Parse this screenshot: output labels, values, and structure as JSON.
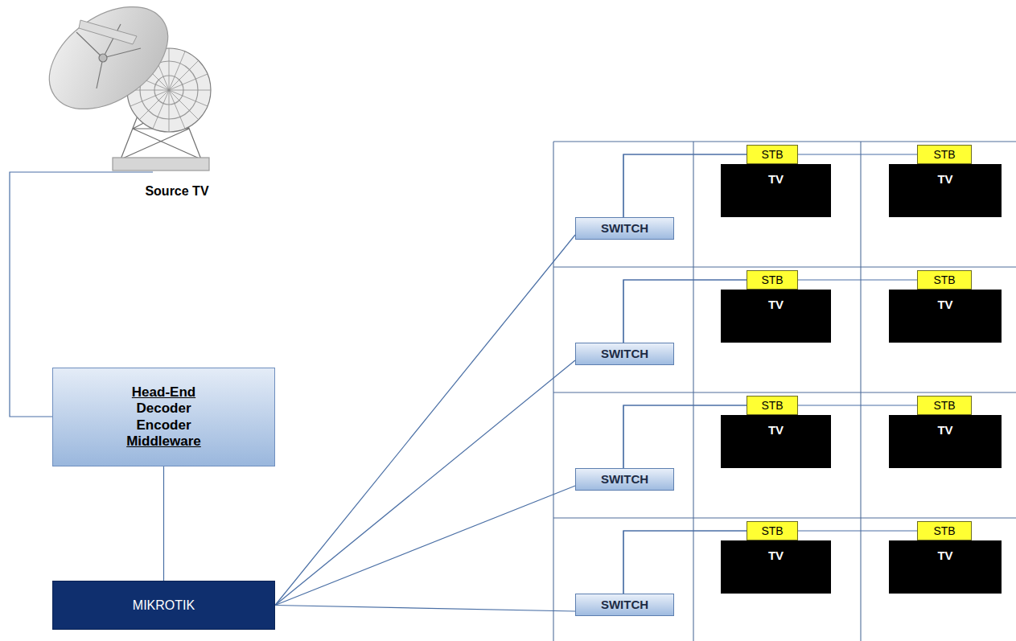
{
  "diagram": {
    "nodes": [
      {
        "text": [
          "Head-End",
          "Decoder",
          "Encoder",
          "Middleware"
        ]
      },
      {
        "text": [
          "MIKROTIK"
        ]
      },
      {
        "text": [
          "SWITCH"
        ]
      },
      {
        "text": [
          "STB"
        ]
      },
      {
        "text": [
          "TV"
        ]
      },
      {
        "text": [
          "STB"
        ]
      },
      {
        "text": [
          "TV"
        ]
      },
      {
        "text": [
          "SWITCH"
        ]
      },
      {
        "text": [
          "STB"
        ]
      },
      {
        "text": [
          "TV"
        ]
      },
      {
        "text": [
          "STB"
        ]
      },
      {
        "text": [
          "TV"
        ]
      },
      {
        "text": [
          "SWITCH"
        ]
      },
      {
        "text": [
          "STB"
        ]
      },
      {
        "text": [
          "TV"
        ]
      },
      {
        "text": [
          "STB"
        ]
      },
      {
        "text": [
          "TV"
        ]
      },
      {
        "text": [
          "SWITCH"
        ]
      },
      {
        "text": [
          "STB"
        ]
      },
      {
        "text": [
          "TV"
        ]
      },
      {
        "text": [
          "STB"
        ]
      },
      {
        "text": [
          "TV"
        ]
      }
    ],
    "edges": [
      {
        "from": 0,
        "to": 1,
        "arrow": "none"
      },
      {
        "from": 1,
        "to": 2,
        "arrow": "none"
      },
      {
        "from": 1,
        "to": 7,
        "arrow": "none"
      },
      {
        "from": 1,
        "to": 12,
        "arrow": "none"
      },
      {
        "from": 1,
        "to": 17,
        "arrow": "none"
      },
      {
        "from": 2,
        "to": 3,
        "arrow": "none"
      },
      {
        "from": 2,
        "to": 5,
        "arrow": "none"
      },
      {
        "from": 7,
        "to": 8,
        "arrow": "none"
      },
      {
        "from": 7,
        "to": 10,
        "arrow": "none"
      },
      {
        "from": 12,
        "to": 13,
        "arrow": "none"
      },
      {
        "from": 12,
        "to": 15,
        "arrow": "none"
      },
      {
        "from": 17,
        "to": 18,
        "arrow": "none"
      },
      {
        "from": 17,
        "to": 20,
        "arrow": "none"
      }
    ],
    "labels": [
      "Source TV"
    ]
  }
}
